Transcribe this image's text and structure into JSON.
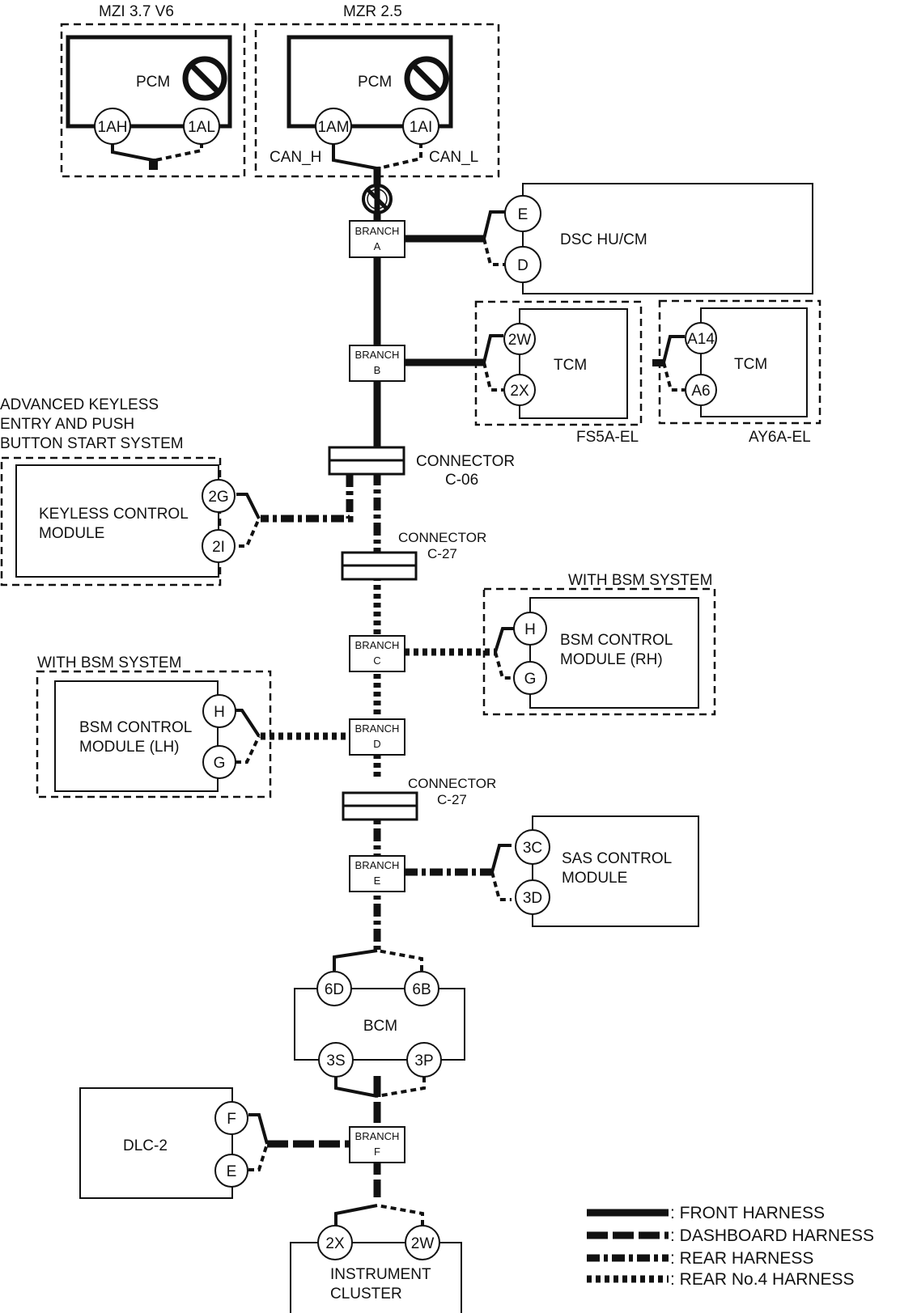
{
  "diagram": {
    "type": "CAN system wiring diagram",
    "pcm_variants": [
      {
        "title": "MZI 3.7 V6",
        "module": "PCM",
        "pins": [
          "1AH",
          "1AL"
        ]
      },
      {
        "title": "MZR 2.5",
        "module": "PCM",
        "pins": [
          "1AM",
          "1AI"
        ],
        "signal_labels": [
          "CAN_H",
          "CAN_L"
        ]
      }
    ],
    "branches": [
      {
        "line1": "BRANCH",
        "line2": "A"
      },
      {
        "line1": "BRANCH",
        "line2": "B"
      },
      {
        "line1": "BRANCH",
        "line2": "C"
      },
      {
        "line1": "BRANCH",
        "line2": "D"
      },
      {
        "line1": "BRANCH",
        "line2": "E"
      },
      {
        "line1": "BRANCH",
        "line2": "F"
      }
    ],
    "connectors": [
      {
        "line1": "CONNECTOR",
        "line2": "C-06"
      },
      {
        "line1": "CONNECTOR",
        "line2": "C-27"
      },
      {
        "line1": "CONNECTOR",
        "line2": "C-27"
      }
    ],
    "modules": {
      "dsc": {
        "name": "DSC HU/CM",
        "pins": [
          "E",
          "D"
        ]
      },
      "tcm_fs5a": {
        "name": "TCM",
        "pins": [
          "2W",
          "2X"
        ],
        "variant": "FS5A-EL"
      },
      "tcm_ay6a": {
        "name": "TCM",
        "pins": [
          "A14",
          "A6"
        ],
        "variant": "AY6A-EL"
      },
      "keyless": {
        "title_lines": [
          "ADVANCED KEYLESS",
          "ENTRY AND PUSH",
          "BUTTON START SYSTEM"
        ],
        "name_lines": [
          "KEYLESS CONTROL",
          "MODULE"
        ],
        "pins": [
          "2G",
          "2I"
        ]
      },
      "bsm_rh": {
        "title": "WITH BSM SYSTEM",
        "name_lines": [
          "BSM CONTROL",
          "MODULE (RH)"
        ],
        "pins": [
          "H",
          "G"
        ]
      },
      "bsm_lh": {
        "title": "WITH BSM SYSTEM",
        "name_lines": [
          "BSM CONTROL",
          "MODULE (LH)"
        ],
        "pins": [
          "H",
          "G"
        ]
      },
      "sas": {
        "name_lines": [
          "SAS CONTROL",
          "MODULE"
        ],
        "pins": [
          "3C",
          "3D"
        ]
      },
      "bcm": {
        "name": "BCM",
        "pins_top": [
          "6D",
          "6B"
        ],
        "pins_bottom": [
          "3S",
          "3P"
        ]
      },
      "dlc": {
        "name": "DLC-2",
        "pins": [
          "F",
          "E"
        ]
      },
      "cluster": {
        "name_lines": [
          "INSTRUMENT",
          "CLUSTER"
        ],
        "pins": [
          "2X",
          "2W"
        ]
      }
    },
    "legend": [
      {
        "style": "front",
        "label": ": FRONT HARNESS"
      },
      {
        "style": "dashboard",
        "label": ": DASHBOARD HARNESS"
      },
      {
        "style": "rear",
        "label": ": REAR HARNESS"
      },
      {
        "style": "rear4",
        "label": ": REAR No.4 HARNESS"
      }
    ]
  }
}
